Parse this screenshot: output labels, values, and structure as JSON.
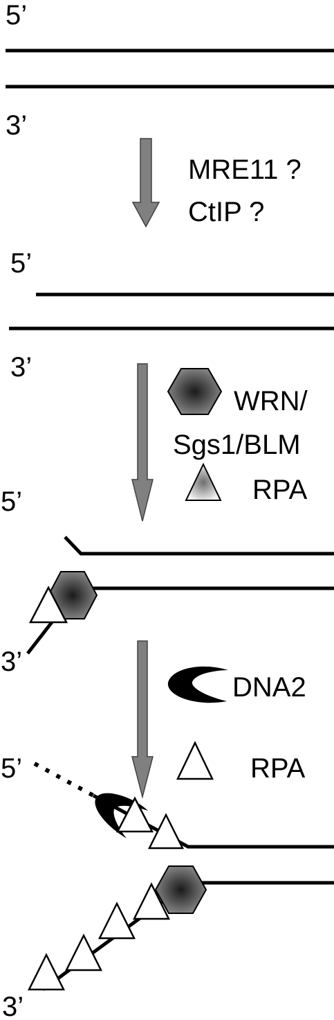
{
  "colors": {
    "strand": "#000000",
    "arrow": "#808080",
    "helicase_center": "#1a1a1a",
    "helicase_edge": "#8a8a8a",
    "rpa_fill": "#ffffff",
    "dna2": "#000000"
  },
  "icons": [
    "helicase-hexagon-icon",
    "rpa-triangle-icon",
    "dna2-crescent-icon"
  ],
  "steps": [
    {
      "five_prime": "5’",
      "three_prime": "3’"
    },
    {
      "five_prime": "5’",
      "three_prime": "3’"
    },
    {
      "five_prime": "5’",
      "three_prime": "3’"
    },
    {
      "five_prime": "5’",
      "three_prime": "3’"
    }
  ],
  "transitions": [
    {
      "lines": [
        "MRE11 ?",
        "CtIP ?"
      ]
    },
    {
      "lines": [
        "WRN/",
        "Sgs1/BLM"
      ],
      "rpa": "RPA"
    },
    {
      "lines": [
        "DNA2"
      ],
      "rpa": "RPA"
    }
  ]
}
